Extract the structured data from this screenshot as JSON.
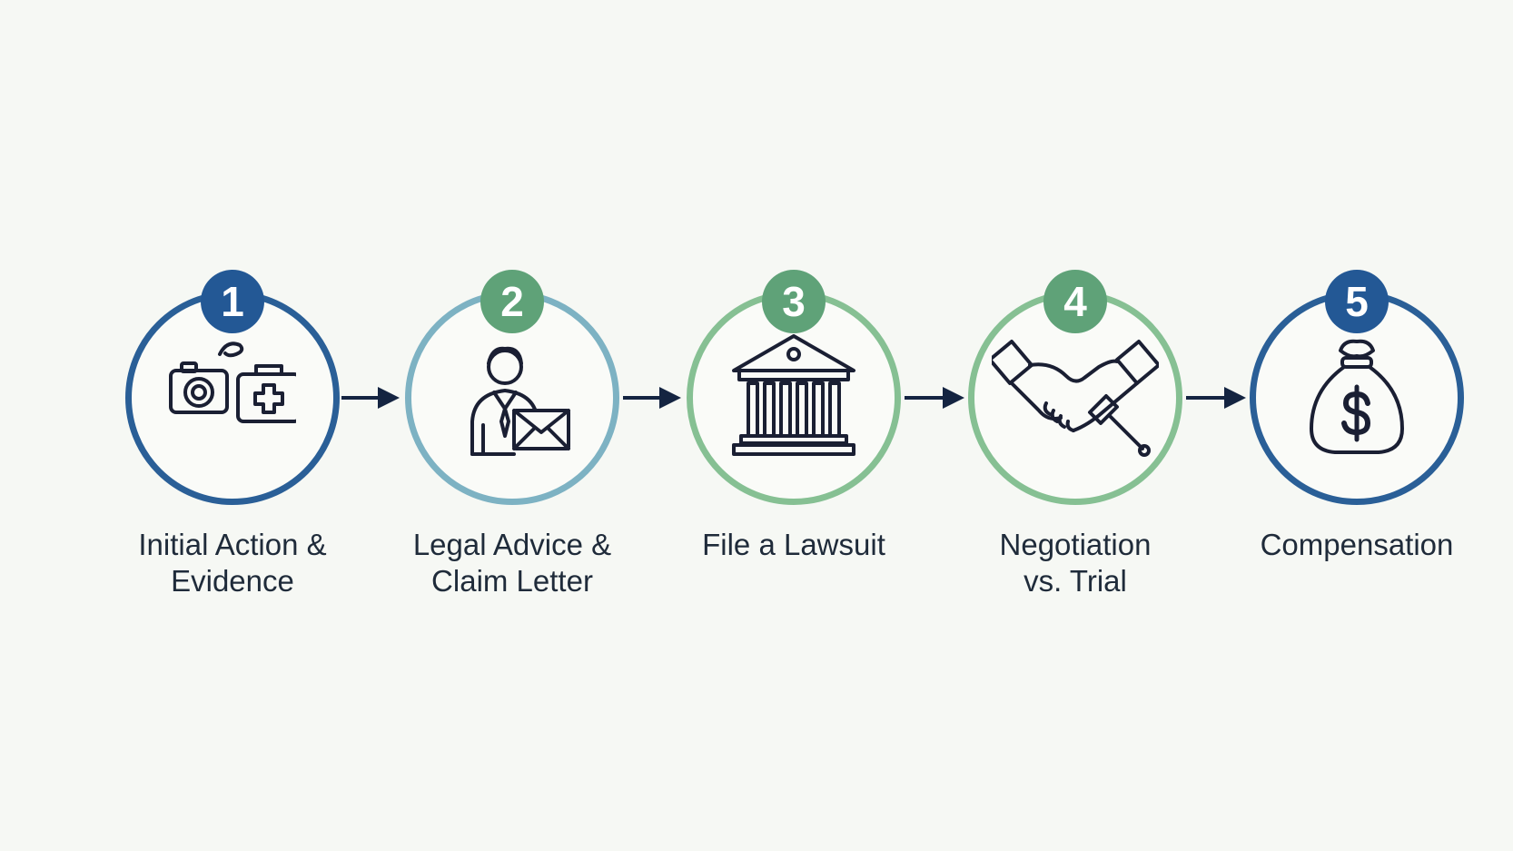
{
  "steps": [
    {
      "number": "1",
      "line1": "Initial Action &",
      "line2": "Evidence",
      "icon": "camera-and-first-aid-kit-icon",
      "ring_color": "#2a5f97",
      "badge_color": "#235895"
    },
    {
      "number": "2",
      "line1": "Legal Advice &",
      "line2": "Claim Letter",
      "icon": "lawyer-with-letter-icon",
      "ring_color": "#7db2c3",
      "badge_color": "#5fa278"
    },
    {
      "number": "3",
      "line1": "File a Lawsuit",
      "line2": "",
      "icon": "courthouse-icon",
      "ring_color": "#86c093",
      "badge_color": "#5fa278"
    },
    {
      "number": "4",
      "line1": "Negotiation",
      "line2": "vs. Trial",
      "icon": "handshake-gavel-icon",
      "ring_color": "#86c093",
      "badge_color": "#5fa278"
    },
    {
      "number": "5",
      "line1": "Compensation",
      "line2": "",
      "icon": "money-bag-icon",
      "ring_color": "#2a5f97",
      "badge_color": "#235895"
    }
  ],
  "arrow_color": "#142441",
  "icon_color": "#1a1f33"
}
